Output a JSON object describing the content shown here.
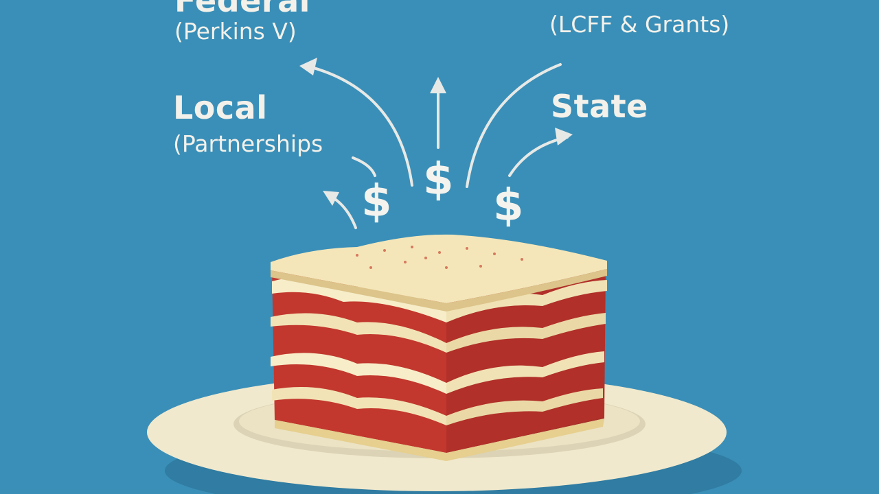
{
  "labels": {
    "federal_title": "Federal",
    "federal_sub": "(Perkins V)",
    "state_sub_top": "(LCFF & Grants)",
    "local_title": "Local",
    "local_sub": "(Partnerships",
    "state_title": "State"
  },
  "dollar_signs": [
    "$",
    "$",
    "$"
  ],
  "colors": {
    "background": "#3a8fb8",
    "text": "#f3f1ea",
    "pasta": "#f2e3b6",
    "sauce": "#c2382e",
    "cheese": "#f7eed0",
    "plate": "#efe6c9"
  },
  "icons": [
    "up-arrow-icon",
    "curved-arrow-icon",
    "dollar-sign-icon",
    "lasagna-illustration",
    "plate-illustration"
  ]
}
